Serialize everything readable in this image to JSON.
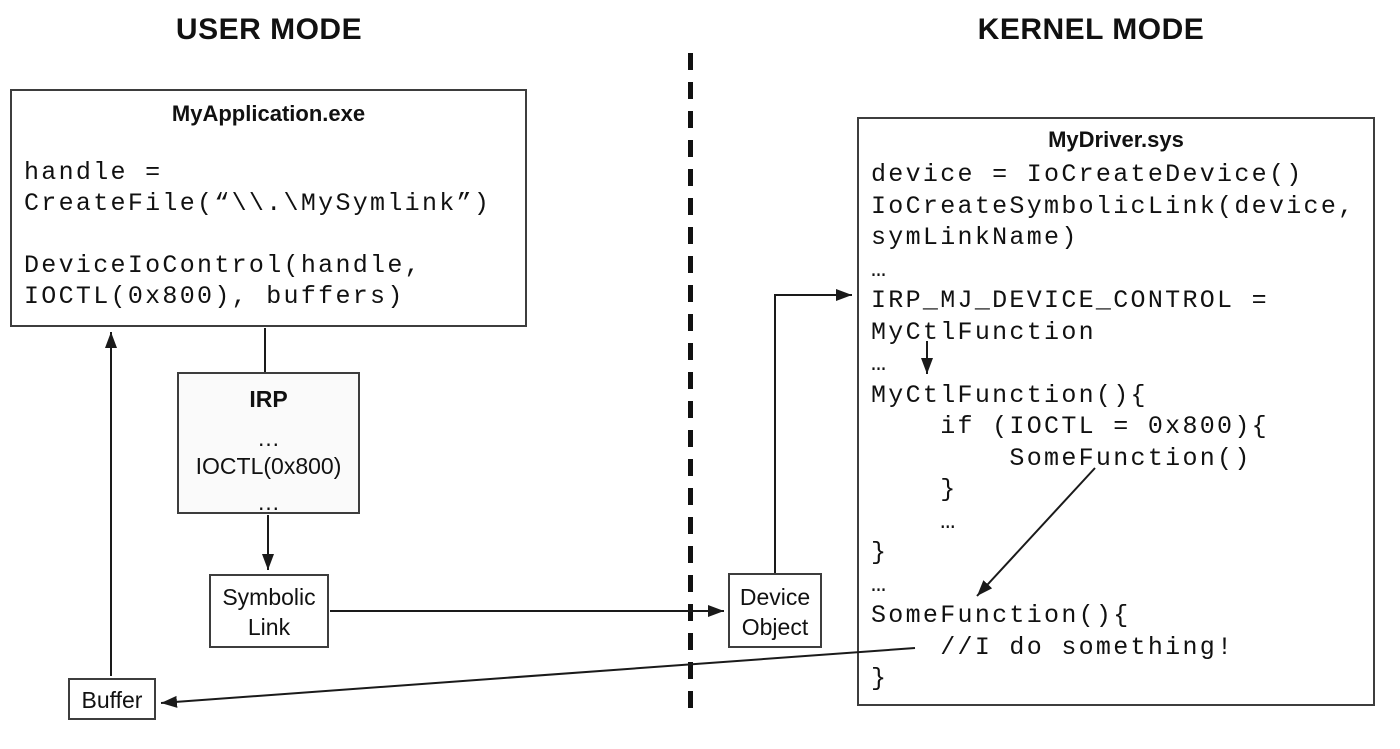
{
  "headings": {
    "user_mode": "USER MODE",
    "kernel_mode": "KERNEL MODE"
  },
  "application": {
    "title": "MyApplication.exe",
    "code_lines": [
      "handle =",
      "CreateFile(“\\\\.\\MySymlink”)",
      "",
      "DeviceIoControl(handle,",
      "IOCTL(0x800), buffers)"
    ]
  },
  "irp": {
    "title": "IRP",
    "lines": [
      "…",
      "IOCTL(0x800)",
      "…"
    ]
  },
  "symbolic_link": {
    "label_line1": "Symbolic",
    "label_line2": "Link"
  },
  "buffer": {
    "label": "Buffer"
  },
  "device_object": {
    "label_line1": "Device",
    "label_line2": "Object"
  },
  "driver": {
    "title": "MyDriver.sys",
    "code_lines": [
      "device = IoCreateDevice()",
      "IoCreateSymbolicLink(device,",
      "symLinkName)",
      "…",
      "IRP_MJ_DEVICE_CONTROL =",
      "MyCtlFunction",
      "…",
      "MyCtlFunction(){",
      "    if (IOCTL = 0x800){",
      "        SomeFunction()",
      "    }",
      "    …",
      "}",
      "…",
      "SomeFunction(){",
      "    //I do something!",
      "}"
    ]
  },
  "colors": {
    "bg": "#ffffff",
    "line": "#1a1a1a",
    "border": "#3d3d3d",
    "text": "#111111",
    "irp-fill": "#fafafa"
  }
}
